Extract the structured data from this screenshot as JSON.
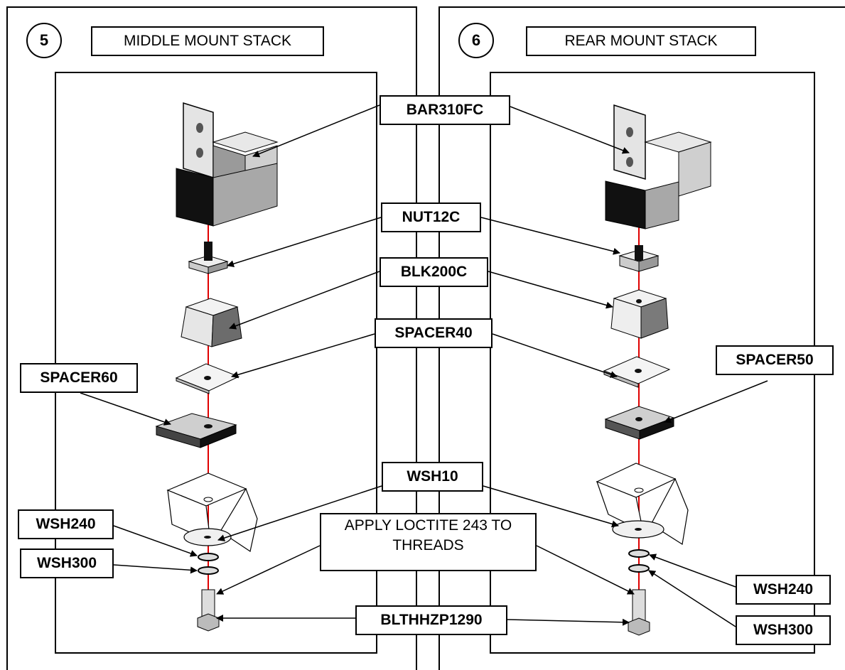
{
  "panels": [
    {
      "number": "5",
      "title": "MIDDLE MOUNT STACK"
    },
    {
      "number": "6",
      "title": "REAR MOUNT STACK"
    }
  ],
  "labels": {
    "bar310fc": "BAR310FC",
    "nut12c": "NUT12C",
    "blk200c": "BLK200C",
    "spacer40": "SPACER40",
    "spacer60": "SPACER60",
    "spacer50": "SPACER50",
    "wsh10": "WSH10",
    "wsh240_left": "WSH240",
    "wsh300_left": "WSH300",
    "wsh240_right": "WSH240",
    "wsh300_right": "WSH300",
    "blthhzp1290": "BLTHHZP1290"
  },
  "note": {
    "line1": "APPLY LOCTITE 243 TO",
    "line2": "THREADS"
  },
  "colors": {
    "axis": "#e00000",
    "part_light": "#d8d8d8",
    "part_mid": "#9a9a9a",
    "part_dark": "#111111"
  }
}
